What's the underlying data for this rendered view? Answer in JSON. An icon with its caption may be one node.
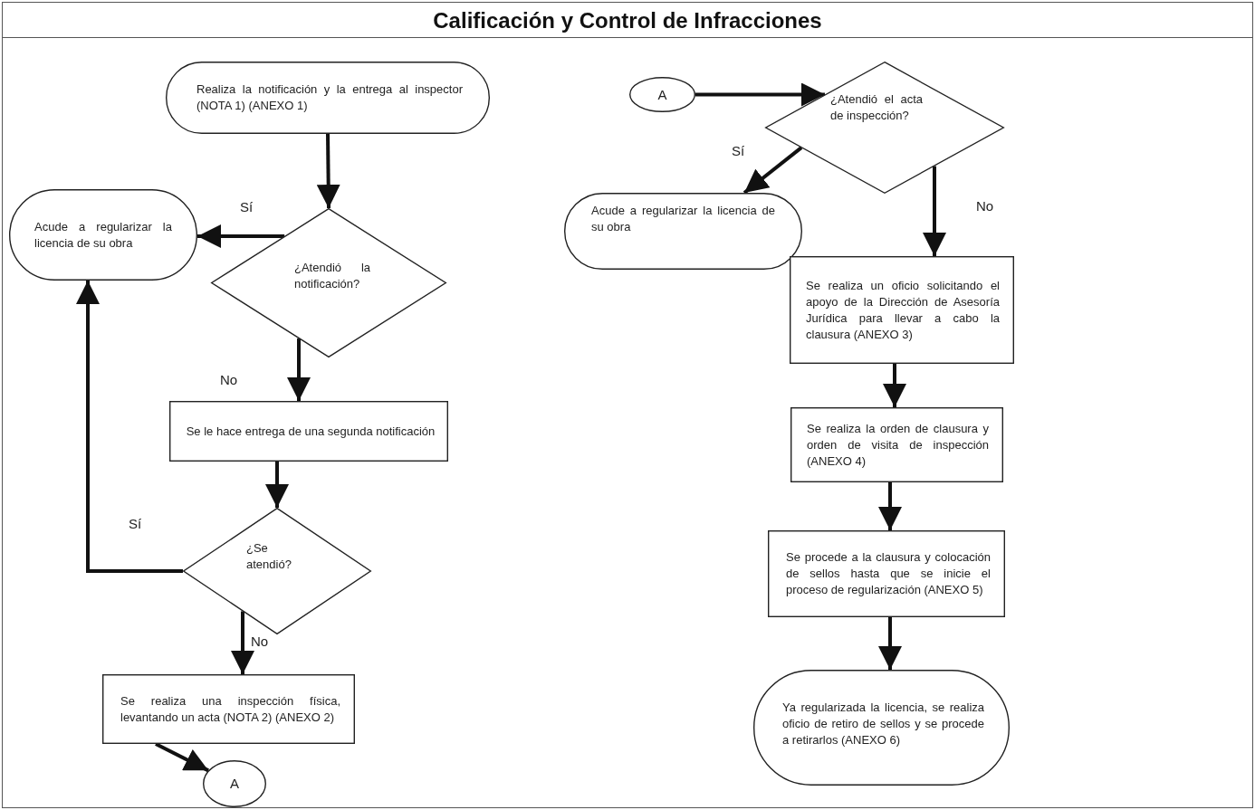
{
  "diagram": {
    "title": "Calificación y Control de Infracciones",
    "nodes": [
      {
        "text": [
          "Realiza la notificación y la entrega al inspector (NOTA 1) (ANEXO 1)"
        ]
      },
      {
        "text": [
          "Acude a regularizar la licencia de su obra"
        ]
      },
      {
        "text": [
          "¿Atendió la notificación?"
        ]
      },
      {
        "text": [
          "Se le hace entrega de una segunda notificación"
        ]
      },
      {
        "text": [
          "¿Se atendió?"
        ]
      },
      {
        "text": [
          "Se realiza una inspección física, levantando un acta (NOTA 2) (ANEXO 2)"
        ]
      },
      {
        "text": [
          "A"
        ]
      },
      {
        "text": [
          "A"
        ]
      },
      {
        "text": [
          "¿Atendió el acta de inspección?"
        ]
      },
      {
        "text": [
          "Acude a regularizar la licencia de su obra"
        ]
      },
      {
        "text": [
          "Se realiza un oficio solicitando el apoyo de la Dirección de Asesoría Jurídica para llevar a cabo la clausura (ANEXO 3)"
        ]
      },
      {
        "text": [
          "Se realiza la orden de clausura y orden de visita de inspección (ANEXO 4)"
        ]
      },
      {
        "text": [
          "Se procede a la clausura y colocación de sellos hasta que se inicie el proceso de regularización (ANEXO 5)"
        ]
      },
      {
        "text": [
          "Ya regularizada la licencia, se realiza oficio de retiro de sellos y se procede a retirarlos (ANEXO 6)"
        ]
      }
    ],
    "edges": [
      {
        "from": 0,
        "to": 2,
        "arrow": "to"
      },
      {
        "from": 2,
        "to": 1,
        "arrow": "to",
        "label": "Sí"
      },
      {
        "from": 2,
        "to": 3,
        "arrow": "to",
        "label": "No"
      },
      {
        "from": 3,
        "to": 4,
        "arrow": "to"
      },
      {
        "from": 4,
        "to": 1,
        "arrow": "to",
        "label": "Sí"
      },
      {
        "from": 4,
        "to": 5,
        "arrow": "to",
        "label": "No"
      },
      {
        "from": 5,
        "to": 6,
        "arrow": "to"
      },
      {
        "from": 7,
        "to": 8,
        "arrow": "to"
      },
      {
        "from": 8,
        "to": 9,
        "arrow": "to",
        "label": "Sí"
      },
      {
        "from": 8,
        "to": 10,
        "arrow": "to",
        "label": "No"
      },
      {
        "from": 10,
        "to": 11,
        "arrow": "to"
      },
      {
        "from": 11,
        "to": 12,
        "arrow": "to"
      },
      {
        "from": 12,
        "to": 13,
        "arrow": "to"
      }
    ]
  }
}
